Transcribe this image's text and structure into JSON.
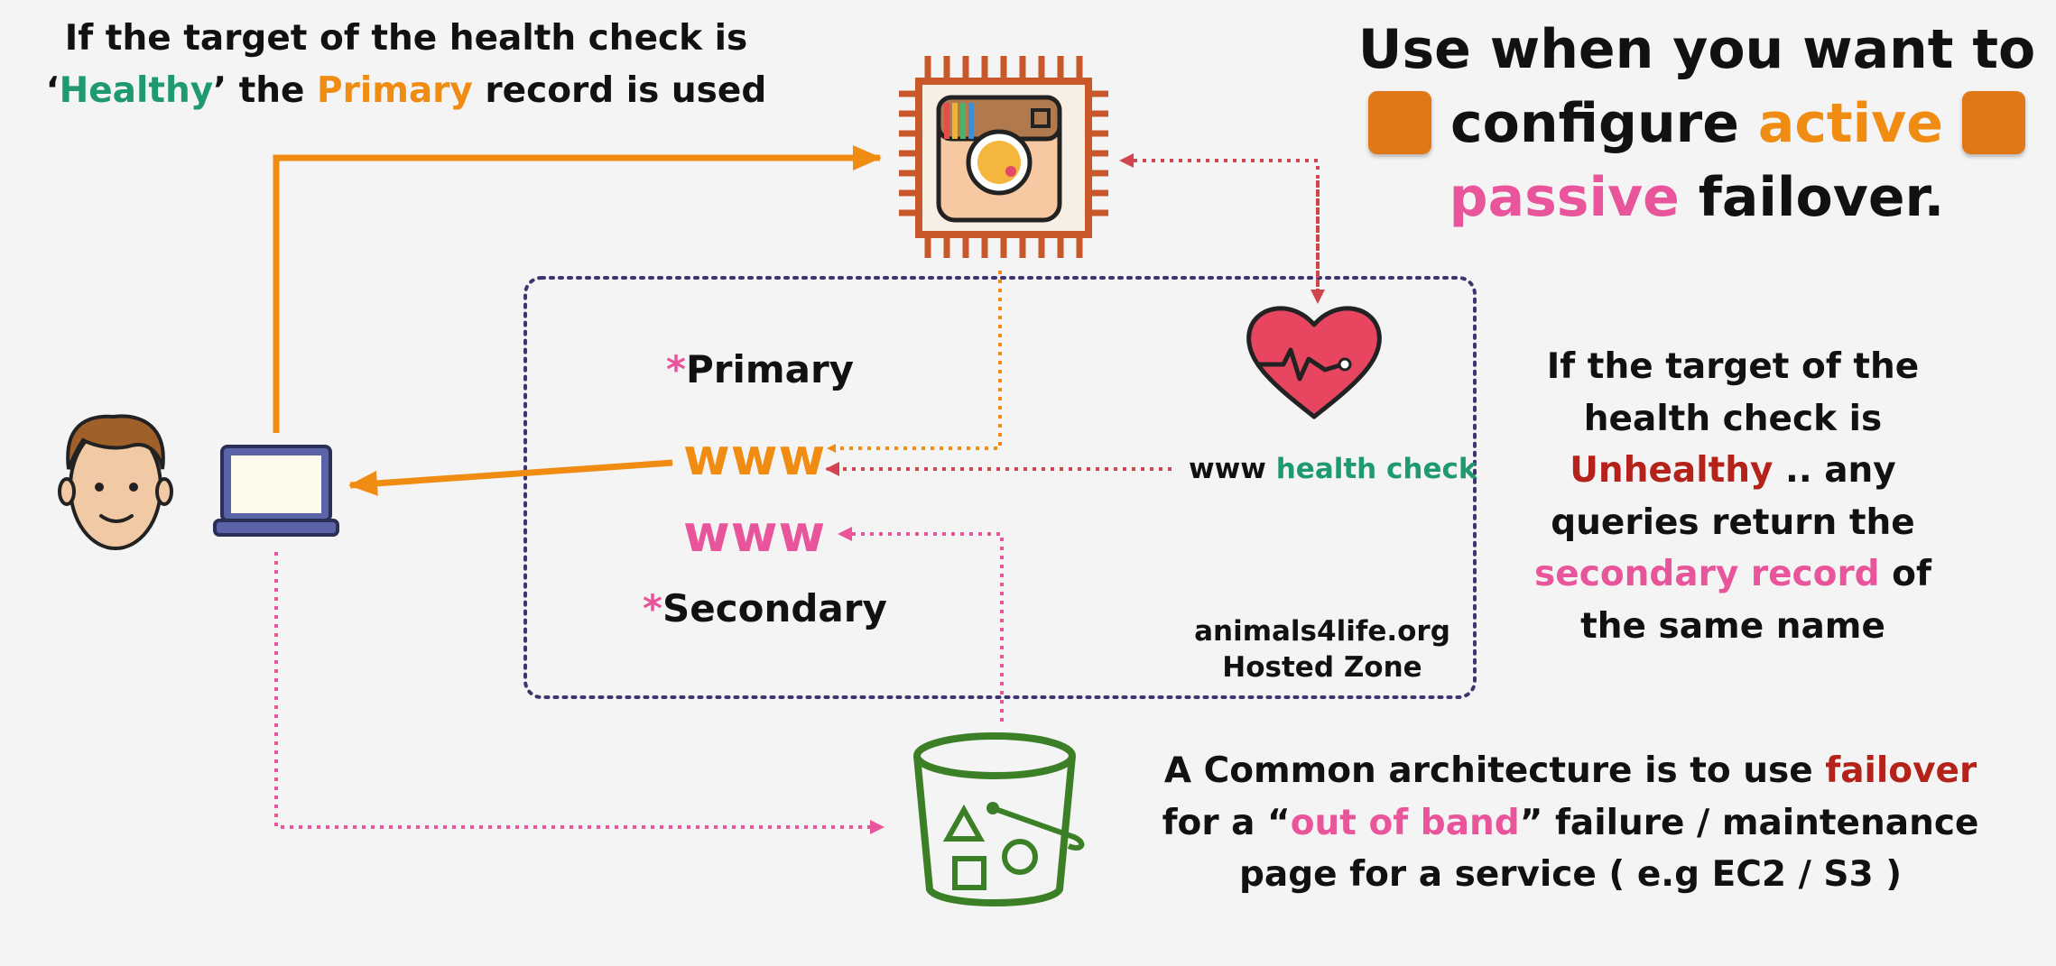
{
  "top_left_note": {
    "line1": "If the target of the health check is",
    "q_open": "‘",
    "healthy": "Healthy",
    "q_close": "’ the ",
    "primary": "Primary",
    "rest": " record is used"
  },
  "use_when": {
    "line1": "Use when you want to",
    "configure": "configure ",
    "active": "active",
    "passive": "passive",
    "failover": " failover."
  },
  "zone": {
    "primary_star": "*",
    "primary_label": "Primary",
    "www_primary": "www",
    "www_secondary": "www",
    "secondary_star": "*",
    "secondary_label": "Secondary",
    "health_www": "www ",
    "health_check": "health check",
    "zone_name": "animals4life.org",
    "zone_type": "Hosted Zone"
  },
  "right_note": {
    "l1": "If the target of the",
    "l2": "health check is",
    "unhealthy": "Unhealthy",
    "l3_rest": " .. any",
    "l4": "queries return the",
    "secondary_record": "secondary record",
    "l5_rest": " of",
    "l6": "the same name"
  },
  "bottom_note": {
    "l1_start": "A Common architecture is to use ",
    "failover": "failover",
    "l2_start": "for a “",
    "out_of_band": "out of band",
    "l2_rest": "” failure / maintenance",
    "l3": "page for a service ( e.g EC2 / S3 )"
  },
  "icons": [
    "user-avatar-icon",
    "laptop-icon",
    "ec2-instance-chip-icon",
    "heart-health-check-icon",
    "s3-bucket-icon",
    "flask-icon"
  ],
  "colors": {
    "orange": "#f08c12",
    "pink": "#e8559b",
    "green": "#1f9a6e",
    "red": "#b4221a",
    "zone_border": "#3d3570",
    "health_arrow": "#d2454f",
    "bucket": "#3b7f26",
    "chip": "#c8582a"
  }
}
